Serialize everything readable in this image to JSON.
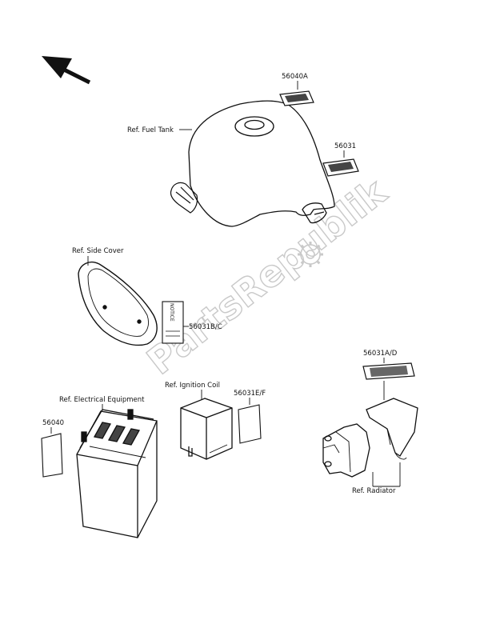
{
  "labels": {
    "part_56040A": "56040A",
    "fuel_tank": "Ref. Fuel Tank",
    "part_56031": "56031",
    "side_cover": "Ref. Side Cover",
    "part_56031B_C": "56031B/C",
    "label_card_text": "NOTICE",
    "part_56031A_D": "56031A/D",
    "ignition_coil": "Ref. Ignition Coil",
    "part_56031E_F": "56031E/F",
    "electrical_equipment": "Ref. Electrical Equipment",
    "part_56040": "56040",
    "radiator": "Ref. Radiator"
  },
  "watermark": {
    "text": "PartsRepublik"
  },
  "icons": {
    "direction": "front-arrow-icon",
    "watermark_gear": "gear-icon"
  },
  "colors": {
    "line": "#111111",
    "watermark": "#c9c9c9",
    "background": "#ffffff"
  }
}
